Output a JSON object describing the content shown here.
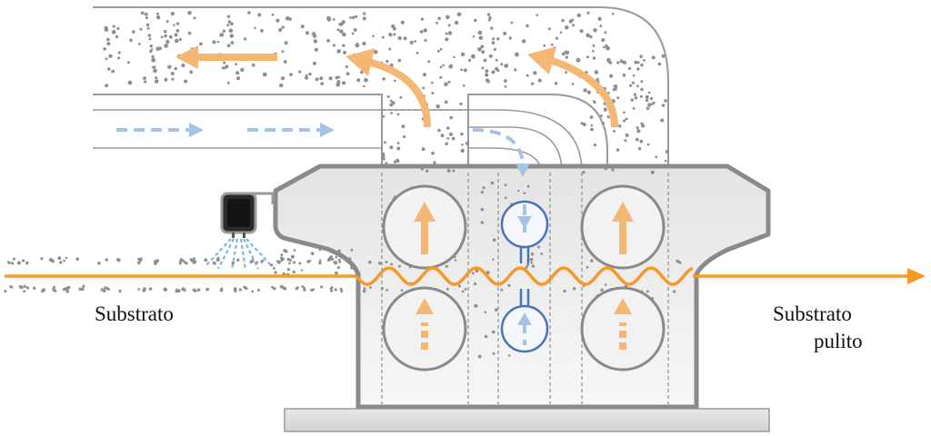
{
  "labels": {
    "input_substrate": "Substrato",
    "output_line1": "Substrato",
    "output_line2": "pulito"
  },
  "colors": {
    "substrate_line": "#f39a2b",
    "air_arrows": "#f5b774",
    "clean_air_arrows": "#a8c2e3",
    "blue_roller": "#4a74b8",
    "machine_stroke": "#8a8a8a",
    "machine_fill": "#ececec",
    "particles": "#8f8f8f",
    "duct_line": "#9a9a9a",
    "nozzle_spray": "#7fb3e0",
    "nozzle_body": "#2b2b2b"
  },
  "icons": {
    "air_nozzle": "ionizing-air-nozzle-icon",
    "arrow": "arrow-icon"
  }
}
